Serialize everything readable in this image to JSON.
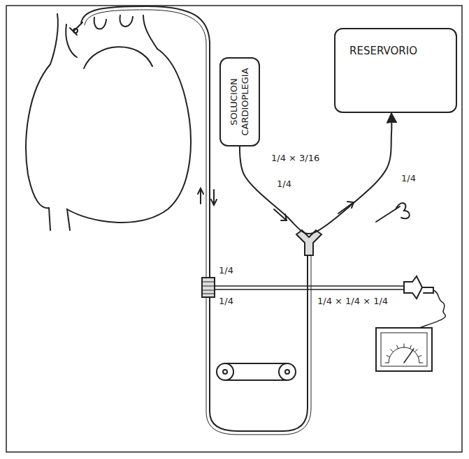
{
  "diagram": {
    "nodes": [
      {
        "text": [
          "SOLUCION CARDIOPLEGIA"
        ]
      },
      {
        "text": [
          "RESERVORIO"
        ]
      }
    ],
    "edges": [
      {
        "from": 0,
        "to": 1,
        "arrow": "to"
      }
    ],
    "labels": [
      "1/4 × 3/16",
      "1/4",
      "1/4",
      "1/4",
      "1/4",
      "1/4 × 1/4 × 1/4"
    ]
  }
}
